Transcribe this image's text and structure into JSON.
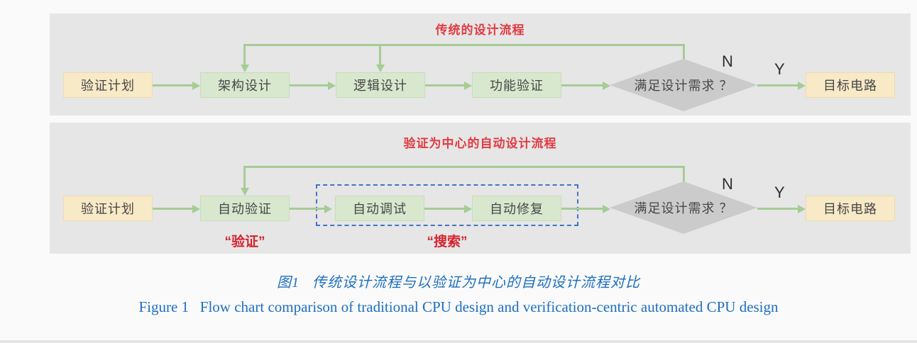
{
  "colors": {
    "page-bg": "#fafafa",
    "panel-bg": "#e6e6e6",
    "node-green-bg": "#d8e8ce",
    "node-green-border": "#c7dcb9",
    "node-tan-bg": "#f8e9c7",
    "node-tan-border": "#eddcb0",
    "arrow-green": "#a5cc95",
    "diamond-gray": "#cbcbcb",
    "red-title": "#e13b42",
    "red-label": "#d5232e",
    "blue-dashed": "#4273c8",
    "caption-blue": "#1d6fbe",
    "text-dark": "#474747",
    "ny-text": "#2e2e2e",
    "strip-gray": "#e5e5e5"
  },
  "panel1": {
    "title": "传统的设计流程",
    "nodes": {
      "plan": "验证计划",
      "arch": "架构设计",
      "logic": "逻辑设计",
      "func": "功能验证",
      "decision": "满足设计需求 ？",
      "target": "目标电路"
    },
    "n": "N",
    "y": "Y"
  },
  "panel2": {
    "title": "验证为中心的自动设计流程",
    "nodes": {
      "plan": "验证计划",
      "auto_verify": "自动验证",
      "auto_debug": "自动调试",
      "auto_fix": "自动修复",
      "decision": "满足设计需求 ？",
      "target": "目标电路"
    },
    "n": "N",
    "y": "Y",
    "verify_label": "“验证”",
    "search_label": "“搜索”"
  },
  "caption": {
    "zh": "图1   传统设计流程与以验证为中心的自动设计流程对比",
    "en": "Figure 1   Flow chart comparison of traditional CPU design and verification-centric automated CPU design"
  }
}
